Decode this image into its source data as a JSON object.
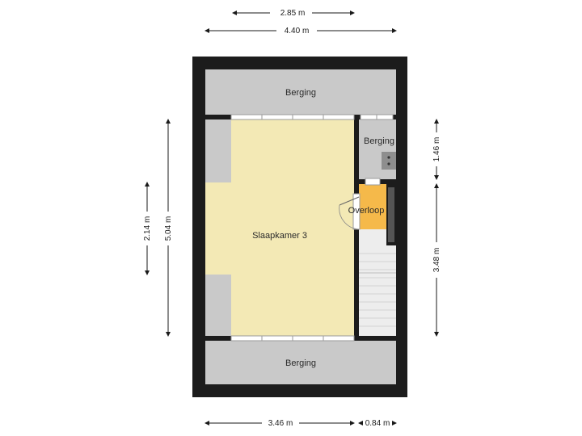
{
  "rooms": {
    "berging_top": "Berging",
    "berging_right": "Berging",
    "slaapkamer": "Slaapkamer 3",
    "overloop": "Overloop",
    "berging_bottom": "Berging"
  },
  "dimensions": {
    "top_inner": "2.85 m",
    "top_outer": "4.40 m",
    "left_inner": "2.14 m",
    "left_outer": "5.04 m",
    "right_top": "1.46 m",
    "right_bottom": "3.48 m",
    "bottom_left": "3.46 m",
    "bottom_right": "0.84 m"
  },
  "colors": {
    "wall": "#1c1c1c",
    "storage": "#c9c9c9",
    "bedroom": "#f3e9b5",
    "landing": "#f5b94a",
    "stairs": "#ededed"
  }
}
